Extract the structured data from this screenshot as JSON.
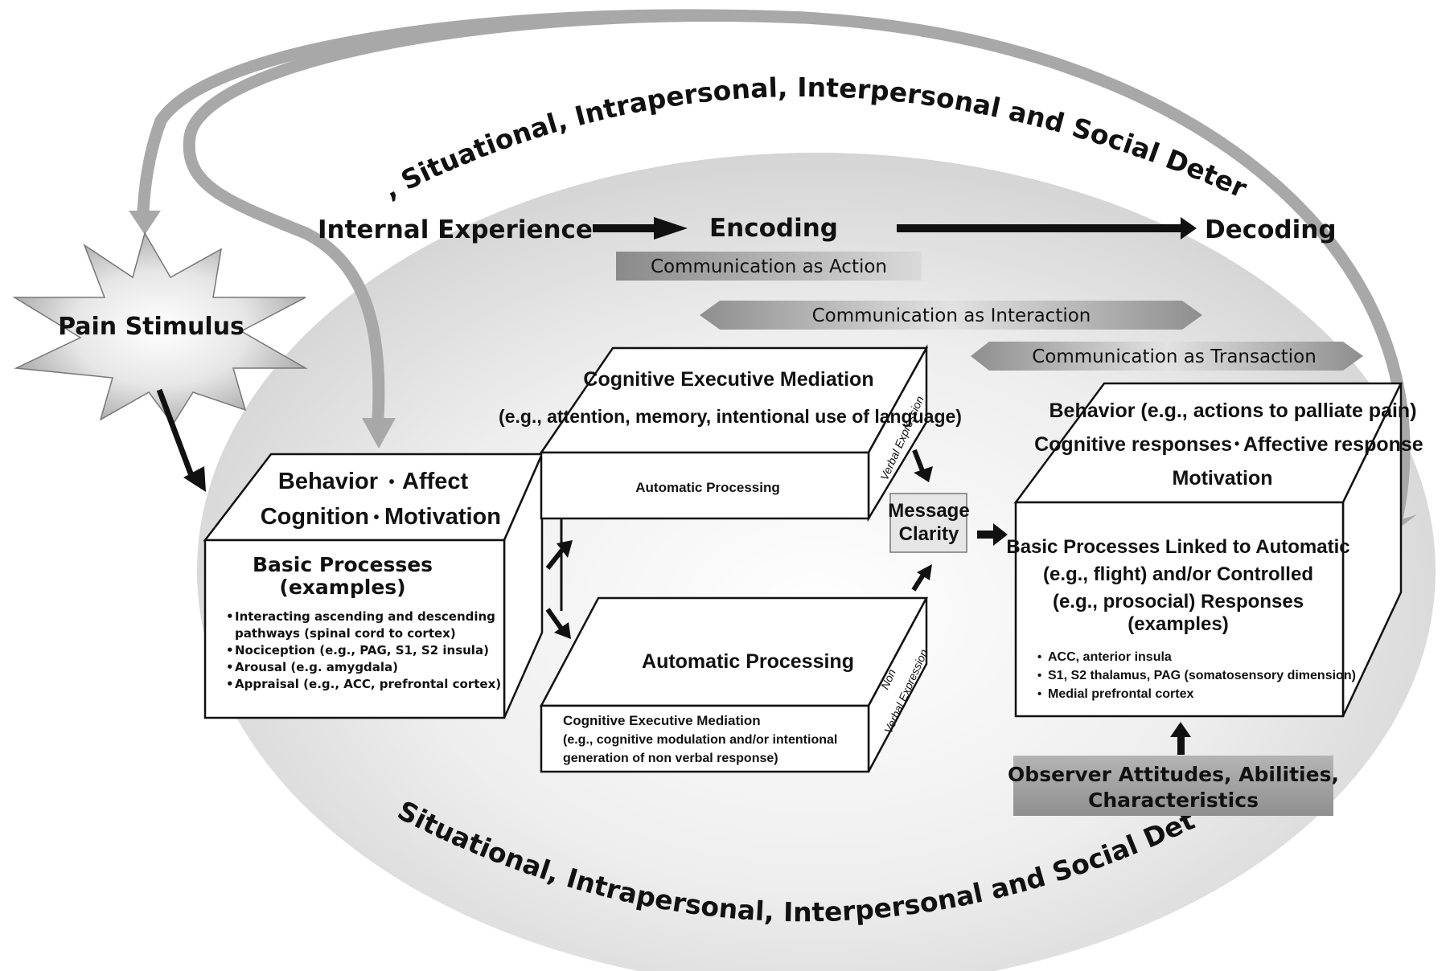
{
  "determinants_top": "Cultural, Situational, Intrapersonal, Interpersonal and Social Determinants",
  "determinants_bottom": "Cultural, Situational, Intrapersonal, Interpersonal and Social Determinants",
  "stages": {
    "internal_experience": "Internal Experience",
    "encoding": "Encoding",
    "decoding": "Decoding"
  },
  "bands": {
    "action": "Communication as Action",
    "interaction": "Communication as Interaction",
    "transaction": "Communication as Transaction"
  },
  "pain_stimulus": "Pain Stimulus",
  "left_box": {
    "top_line1_a": "Behavior",
    "top_line1_b": "Affect",
    "top_line2_a": "Cognition",
    "top_line2_b": "Motivation",
    "front_title1": "Basic Processes",
    "front_title2": "(examples)",
    "bullets": [
      "Interacting ascending and descending",
      "pathways (spinal cord to cortex)",
      "Nociception (e.g., PAG, S1, S2 insula)",
      "Arousal (e.g. amygdala)",
      "Appraisal (e.g., ACC, prefrontal cortex)"
    ]
  },
  "verbal_box": {
    "top_line1": "Cognitive Executive Mediation",
    "top_line2": "(e.g., attention, memory, intentional use of language)",
    "front": "Automatic Processing",
    "side": "Verbal Expression"
  },
  "nonverbal_box": {
    "top": "Automatic Processing",
    "front_line1": "Cognitive Executive Mediation",
    "front_line2": "(e.g., cognitive modulation and/or intentional",
    "front_line3": "generation of non verbal response)",
    "side_line1": "Non",
    "side_line2": "Verbal Expression"
  },
  "message_clarity": {
    "line1": "Message",
    "line2": "Clarity"
  },
  "right_box": {
    "top_line1": "Behavior (e.g., actions to palliate pain)",
    "top_line2_a": "Cognitive responses",
    "top_line2_b": "Affective response",
    "top_line3": "Motivation",
    "front_line1": "Basic Processes Linked to Automatic",
    "front_line2": "(e.g., flight) and/or Controlled",
    "front_line3": "(e.g., prosocial) Responses",
    "front_line4": "(examples)",
    "bullets": [
      "ACC, anterior insula",
      "S1, S2 thalamus, PAG (somatosensory dimension)",
      "Medial prefrontal cortex"
    ]
  },
  "observer": {
    "line1": "Observer Attitudes, Abilities,",
    "line2": "Characteristics"
  },
  "colors": {
    "ellipse_center": "#ffffff",
    "ellipse_edge": "#cfcfcf",
    "big_arrow": "#a8a8a8",
    "band_dark": "#8a8a8a",
    "band_light": "#dcdcdc",
    "observer_box": "#9e9e9e",
    "arrow": "#111111"
  }
}
